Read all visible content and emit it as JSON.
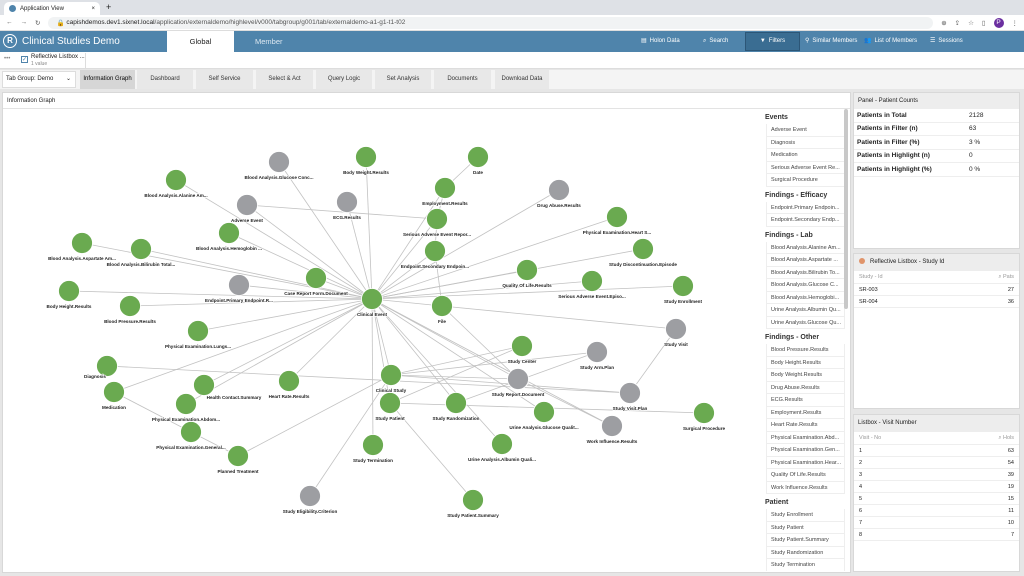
{
  "browser": {
    "tab_title": "Application View",
    "url_host": "capishdemos.dev1.sixnet.local",
    "url_path": "/application/externaldemo/highlevel/v000/tabgroup/g001/tab/externaldemo-a1-g1-t1-t02",
    "new_tab": "+",
    "profile": "P"
  },
  "app": {
    "title": "Clinical Studies Demo",
    "logo": "R",
    "tabs": [
      "Global",
      "Member"
    ],
    "nav": [
      {
        "label": "Holon Data",
        "icon": "database-icon"
      },
      {
        "label": "Search",
        "icon": "search-icon"
      },
      {
        "label": "Filters",
        "icon": "filter-icon"
      },
      {
        "label": "Similar Members",
        "icon": "wand-icon"
      },
      {
        "label": "List of Members",
        "icon": "people-icon"
      },
      {
        "label": "Sessions",
        "icon": "list-icon"
      }
    ]
  },
  "filterbar": {
    "more": "•••",
    "chip_title": "Reflective Listbox ...",
    "chip_sub": "1 value"
  },
  "tabgroup": {
    "select": "Tab Group: Demo",
    "tabs": [
      "Information Graph",
      "Dashboard",
      "Self Service",
      "Select & Act",
      "Query Logic",
      "Set Analysis",
      "Documents",
      "Download Data"
    ]
  },
  "graph": {
    "title": "Information Graph",
    "colors": {
      "active": "#6aaa50",
      "inactive": "#9d9ea2"
    },
    "nodes": [
      {
        "id": "ce",
        "label": "Clinical Event",
        "state": "active"
      },
      {
        "id": "bgl",
        "label": "Blood Analysis.Glucose Conc...",
        "state": "inactive"
      },
      {
        "id": "bw",
        "label": "Body Weight.Results",
        "state": "active"
      },
      {
        "id": "date",
        "label": "Date",
        "state": "active"
      },
      {
        "id": "bal",
        "label": "Blood Analysis.Alanine Am...",
        "state": "active"
      },
      {
        "id": "emp",
        "label": "Employment.Results",
        "state": "active"
      },
      {
        "id": "drug",
        "label": "Drug Abuse.Results",
        "state": "inactive"
      },
      {
        "id": "ae",
        "label": "Adverse Event",
        "state": "inactive"
      },
      {
        "id": "ecg",
        "label": "ECG.Results",
        "state": "inactive"
      },
      {
        "id": "saer",
        "label": "Serious Adverse Event Repor...",
        "state": "active"
      },
      {
        "id": "peh",
        "label": "Physical Examination.Heart S...",
        "state": "active"
      },
      {
        "id": "bhe",
        "label": "Blood Analysis.Hemoglobin ...",
        "state": "active"
      },
      {
        "id": "bas",
        "label": "Blood Analysis.Aspartate Am...",
        "state": "active"
      },
      {
        "id": "bbi",
        "label": "Blood Analysis.Bilirubin Total...",
        "state": "active"
      },
      {
        "id": "eps",
        "label": "Endpoint.Secondary Endpoin...",
        "state": "active"
      },
      {
        "id": "sde",
        "label": "Study Discontinuation.Episode",
        "state": "active"
      },
      {
        "id": "qol",
        "label": "Quality Of Life.Results",
        "state": "active"
      },
      {
        "id": "saee",
        "label": "Serious Adverse Event.Episo...",
        "state": "active"
      },
      {
        "id": "sen",
        "label": "Study Enrollment",
        "state": "active"
      },
      {
        "id": "epp",
        "label": "Endpoint.Primary Endpoint.R...",
        "state": "inactive"
      },
      {
        "id": "crf",
        "label": "Case Report Form.Document",
        "state": "active"
      },
      {
        "id": "bh",
        "label": "Body Height.Results",
        "state": "active"
      },
      {
        "id": "bp",
        "label": "Blood Pressure.Results",
        "state": "active"
      },
      {
        "id": "file",
        "label": "File",
        "state": "active"
      },
      {
        "id": "pel",
        "label": "Physical Examination.Lungs...",
        "state": "active"
      },
      {
        "id": "sv",
        "label": "Study Visit",
        "state": "inactive"
      },
      {
        "id": "sc",
        "label": "Study Center",
        "state": "active"
      },
      {
        "id": "sap",
        "label": "Study Arm.Plan",
        "state": "inactive"
      },
      {
        "id": "diag",
        "label": "Diagnosis",
        "state": "active"
      },
      {
        "id": "cs",
        "label": "Clinical Study",
        "state": "active"
      },
      {
        "id": "srd",
        "label": "Study Report.Document",
        "state": "inactive"
      },
      {
        "id": "med",
        "label": "Medication",
        "state": "active"
      },
      {
        "id": "hcs",
        "label": "Health Contact.Summary",
        "state": "active"
      },
      {
        "id": "hr",
        "label": "Heart Rate.Results",
        "state": "active"
      },
      {
        "id": "svp",
        "label": "Study Visit.Plan",
        "state": "inactive"
      },
      {
        "id": "pea",
        "label": "Physical Examination.Abdom...",
        "state": "active"
      },
      {
        "id": "sp",
        "label": "Study Patient",
        "state": "active"
      },
      {
        "id": "sr",
        "label": "Study Randomization",
        "state": "active"
      },
      {
        "id": "ugq",
        "label": "Urine Analysis.Glucose Qualit...",
        "state": "active"
      },
      {
        "id": "surg",
        "label": "Surgical Procedure",
        "state": "active"
      },
      {
        "id": "peg",
        "label": "Physical Examination.General...",
        "state": "active"
      },
      {
        "id": "wi",
        "label": "Work Influence.Results",
        "state": "inactive"
      },
      {
        "id": "st",
        "label": "Study Termination",
        "state": "active"
      },
      {
        "id": "uaq",
        "label": "Urine Analysis.Albumin Quali...",
        "state": "active"
      },
      {
        "id": "pt",
        "label": "Planned Treatment",
        "state": "active"
      },
      {
        "id": "sec",
        "label": "Study Eligibility.Criterion",
        "state": "inactive"
      },
      {
        "id": "sps",
        "label": "Study Patient.Summary",
        "state": "active"
      }
    ],
    "edges": [
      [
        "ce",
        "bgl"
      ],
      [
        "ce",
        "bw"
      ],
      [
        "ce",
        "bal"
      ],
      [
        "ce",
        "emp"
      ],
      [
        "ce",
        "drug"
      ],
      [
        "ce",
        "ae"
      ],
      [
        "ce",
        "ecg"
      ],
      [
        "ce",
        "saer"
      ],
      [
        "ce",
        "peh"
      ],
      [
        "ce",
        "bhe"
      ],
      [
        "ce",
        "bas"
      ],
      [
        "ce",
        "bbi"
      ],
      [
        "ce",
        "eps"
      ],
      [
        "ce",
        "sde"
      ],
      [
        "ce",
        "qol"
      ],
      [
        "ce",
        "saee"
      ],
      [
        "ce",
        "sen"
      ],
      [
        "ce",
        "epp"
      ],
      [
        "ce",
        "crf"
      ],
      [
        "ce",
        "bh"
      ],
      [
        "ce",
        "bp"
      ],
      [
        "ce",
        "file"
      ],
      [
        "ce",
        "pel"
      ],
      [
        "ce",
        "med"
      ],
      [
        "ce",
        "hcs"
      ],
      [
        "ce",
        "hr"
      ],
      [
        "ce",
        "pea"
      ],
      [
        "ce",
        "cs"
      ],
      [
        "ce",
        "sp"
      ],
      [
        "ce",
        "sr"
      ],
      [
        "ce",
        "st"
      ],
      [
        "ce",
        "srd"
      ],
      [
        "ce",
        "ugq"
      ],
      [
        "ce",
        "uaq"
      ],
      [
        "ce",
        "wi"
      ],
      [
        "date",
        "emp"
      ],
      [
        "emp",
        "saer"
      ],
      [
        "saer",
        "eps"
      ],
      [
        "eps",
        "file"
      ],
      [
        "ae",
        "saer"
      ],
      [
        "file",
        "sv"
      ],
      [
        "file",
        "srd"
      ],
      [
        "sv",
        "svp"
      ],
      [
        "diag",
        "svp"
      ],
      [
        "med",
        "peg"
      ],
      [
        "peg",
        "pt"
      ],
      [
        "pt",
        "cs"
      ],
      [
        "cs",
        "sap"
      ],
      [
        "cs",
        "srd"
      ],
      [
        "cs",
        "svp"
      ],
      [
        "cs",
        "sc"
      ],
      [
        "sp",
        "surg"
      ],
      [
        "sp",
        "sps"
      ],
      [
        "sp",
        "sc"
      ],
      [
        "sr",
        "sap"
      ],
      [
        "srd",
        "wi"
      ],
      [
        "sec",
        "cs"
      ]
    ]
  },
  "sidelist": [
    {
      "section": "Events",
      "items": [
        "Adverse Event",
        "Diagnosis",
        "Medication",
        "Serious Adverse Event Re...",
        "Surgical Procedure"
      ]
    },
    {
      "section": "Findings - Efficacy",
      "items": [
        "Endpoint.Primary Endpoin...",
        "Endpoint.Secondary Endp..."
      ]
    },
    {
      "section": "Findings - Lab",
      "items": [
        "Blood Analysis.Alanine Am...",
        "Blood Analysis.Aspartate ...",
        "Blood Analysis.Bilirubin To...",
        "Blood Analysis.Glucose C...",
        "Blood Analysis.Hemoglobi...",
        "Urine Analysis.Albumin Qu...",
        "Urine Analysis.Glucose Qu..."
      ]
    },
    {
      "section": "Findings - Other",
      "items": [
        "Blood Pressure.Results",
        "Body Height.Results",
        "Body Weight.Results",
        "Drug Abuse.Results",
        "ECG.Results",
        "Employment.Results",
        "Heart Rate.Results",
        "Physical Examination.Abd...",
        "Physical Examination.Gen...",
        "Physical Examination.Hear...",
        "Quality Of Life.Results",
        "Work Influence.Results"
      ]
    },
    {
      "section": "Patient",
      "items": [
        "Study Enrollment",
        "Study Patient",
        "Study Patient.Summary",
        "Study Randomization",
        "Study Termination"
      ]
    }
  ],
  "counts": {
    "title": "Panel - Patient Counts",
    "rows": [
      {
        "k": "Patients in Total",
        "v": "2128"
      },
      {
        "k": "Patients in Filter (n)",
        "v": "63"
      },
      {
        "k": "Patients in Filter (%)",
        "v": "3 %"
      },
      {
        "k": "Patients in Highlight (n)",
        "v": "0"
      },
      {
        "k": "Patients in Highlight (%)",
        "v": "0 %"
      }
    ]
  },
  "study_listbox": {
    "title": "Reflective Listbox - Study Id",
    "dot_color": "#e0946a",
    "col1": "Study - Id",
    "col2": "Pats",
    "rows": [
      {
        "k": "SR-003",
        "v": "27"
      },
      {
        "k": "SR-004",
        "v": "36"
      }
    ]
  },
  "visit_listbox": {
    "title": "Listbox - Visit Number",
    "col1": "Visit - No",
    "col2": "Hols",
    "rows": [
      {
        "k": "1",
        "v": "63"
      },
      {
        "k": "2",
        "v": "54"
      },
      {
        "k": "3",
        "v": "39"
      },
      {
        "k": "4",
        "v": "19"
      },
      {
        "k": "5",
        "v": "15"
      },
      {
        "k": "6",
        "v": "11"
      },
      {
        "k": "7",
        "v": "10"
      },
      {
        "k": "8",
        "v": "7"
      }
    ]
  }
}
